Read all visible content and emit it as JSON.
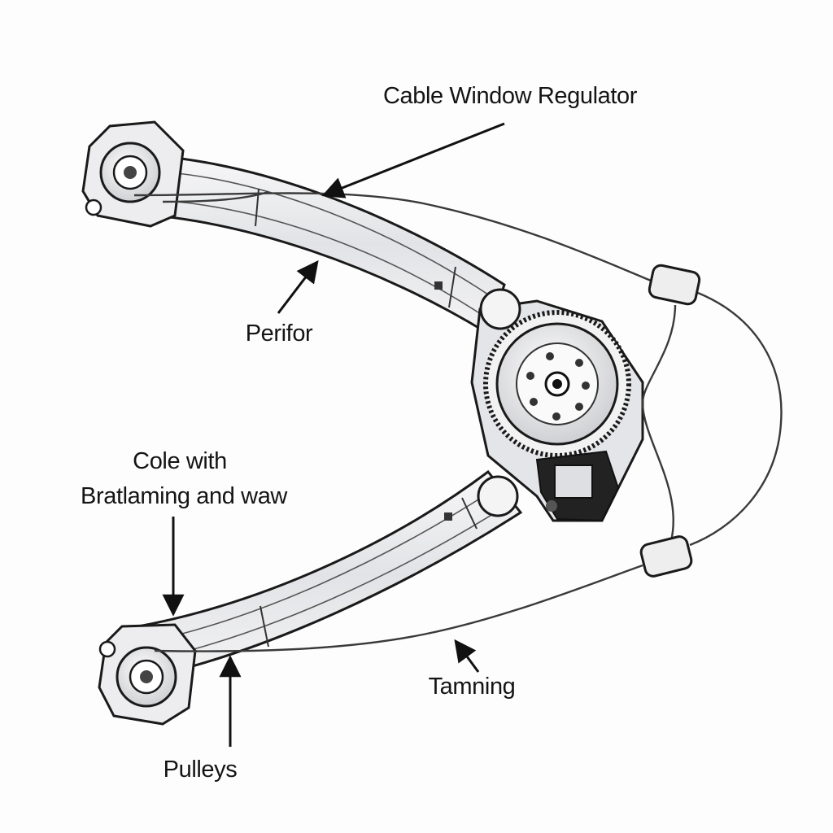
{
  "diagram": {
    "labels": {
      "top": "Cable Window Regulator",
      "middle": "Perifor",
      "left_line1": "Cole with",
      "left_line2": "Bratlaming and waw",
      "bottom_right": "Tamning",
      "bottom": "Pulleys"
    },
    "colors": {
      "ink": "#1a1a1a",
      "rail_fill": "#ececee",
      "rail_shade": "#d2d3d6",
      "cable": "#3a3a3a",
      "background": "#fdfdfd"
    }
  }
}
